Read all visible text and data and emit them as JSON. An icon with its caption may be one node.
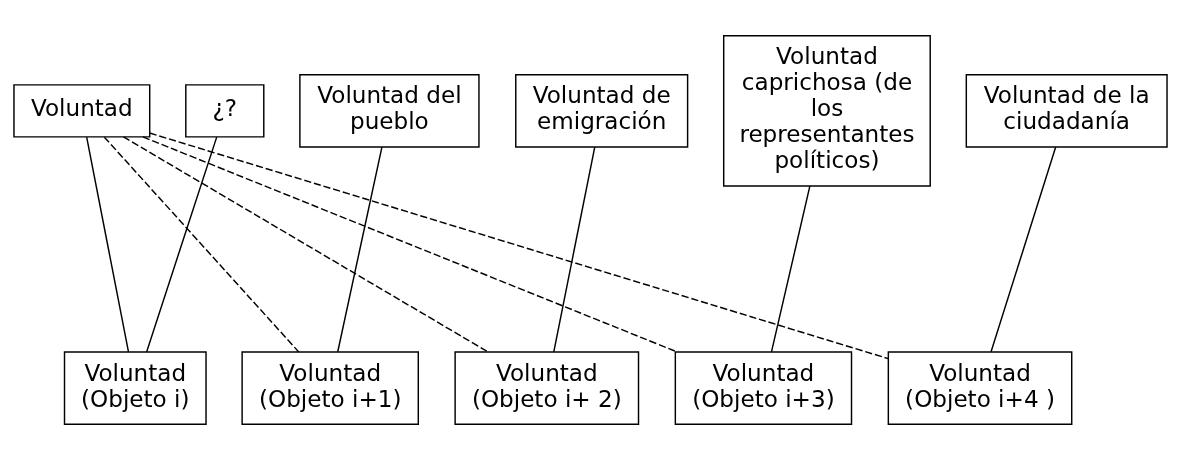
{
  "diagram": {
    "nodes": [
      {
        "text": [
          "Voluntad"
        ]
      },
      {
        "text": [
          "¿?"
        ]
      },
      {
        "text": [
          "Voluntad del pueblo"
        ]
      },
      {
        "text": [
          "Voluntad de emigración"
        ]
      },
      {
        "text": [
          "Voluntad caprichosa (de los representantes políticos)"
        ]
      },
      {
        "text": [
          "Voluntad de la ciudadanía"
        ]
      },
      {
        "text": [
          "Voluntad (Objeto i)"
        ]
      },
      {
        "text": [
          "Voluntad (Objeto i+1)"
        ]
      },
      {
        "text": [
          "Voluntad (Objeto i+ 2)"
        ]
      },
      {
        "text": [
          "Voluntad (Objeto i+3)"
        ]
      },
      {
        "text": [
          "Voluntad (Objeto i+4 )"
        ]
      }
    ],
    "edges": [
      {
        "from": 0,
        "to": 6,
        "arrow": "none"
      },
      {
        "from": 1,
        "to": 6,
        "arrow": "none"
      },
      {
        "from": 0,
        "to": 7,
        "arrow": "none",
        "style": "dashed"
      },
      {
        "from": 2,
        "to": 7,
        "arrow": "none"
      },
      {
        "from": 0,
        "to": 8,
        "arrow": "none",
        "style": "dashed"
      },
      {
        "from": 3,
        "to": 8,
        "arrow": "none"
      },
      {
        "from": 0,
        "to": 9,
        "arrow": "none",
        "style": "dashed"
      },
      {
        "from": 4,
        "to": 9,
        "arrow": "none"
      },
      {
        "from": 0,
        "to": 10,
        "arrow": "none",
        "style": "dashed"
      },
      {
        "from": 5,
        "to": 10,
        "arrow": "none"
      }
    ]
  }
}
